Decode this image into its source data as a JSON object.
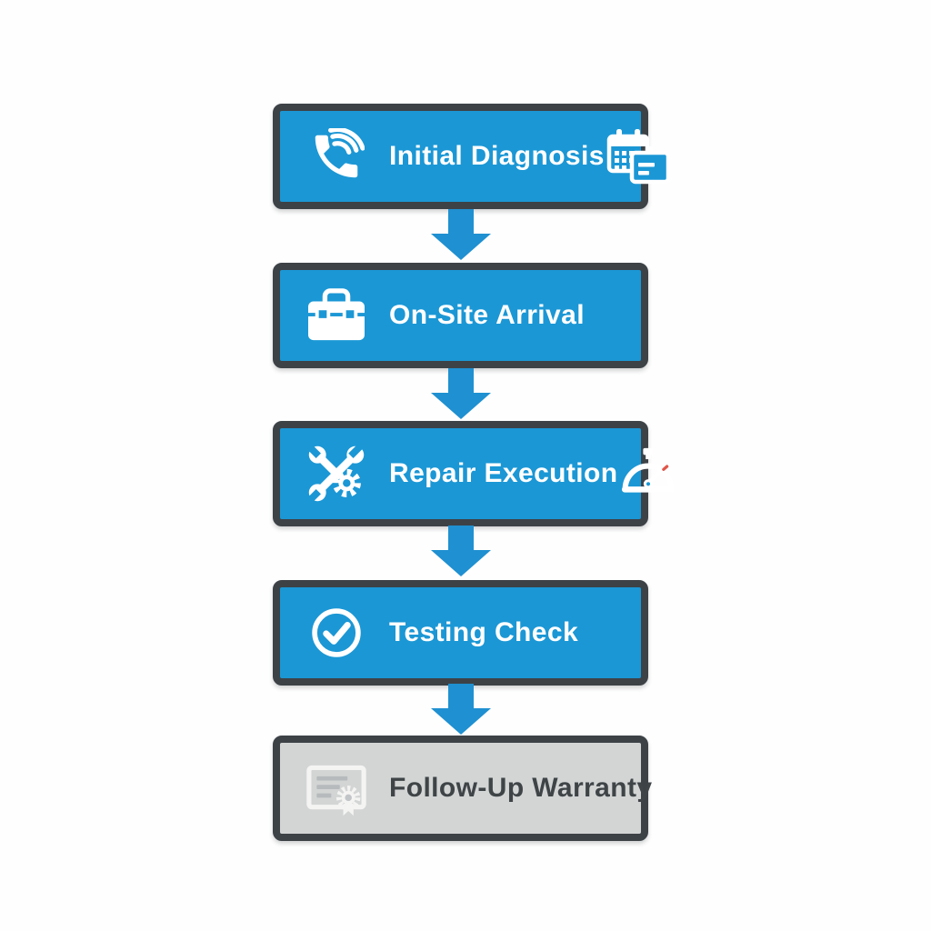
{
  "diagram": {
    "type": "flowchart",
    "orientation": "vertical",
    "background": "#fefefe",
    "colors": {
      "primary": "#1b97d5",
      "border": "#3d4247",
      "arrow": "#1f90d1",
      "muted_bg": "#d3d5d5",
      "muted_text": "#3f4447",
      "icon_on_primary": "#ffffff",
      "gauge_tick_red": "#e0564a"
    },
    "steps": [
      {
        "label": "Initial Diagnosis",
        "variant": "primary",
        "left_icon": "phone-call-icon",
        "right_icon": "calendar-schedule-icon"
      },
      {
        "label": "On-Site Arrival",
        "variant": "primary",
        "left_icon": "toolbox-icon",
        "right_icon": null
      },
      {
        "label": "Repair Execution",
        "variant": "primary",
        "left_icon": "wrench-gear-icon",
        "right_icon": "gauge-icon"
      },
      {
        "label": "Testing Check",
        "variant": "primary",
        "left_icon": "check-circle-icon",
        "right_icon": null
      },
      {
        "label": "Follow-Up Warranty",
        "variant": "muted",
        "left_icon": "certificate-icon",
        "right_icon": null
      }
    ],
    "connectors": [
      {
        "from": 0,
        "to": 1,
        "shape": "down-arrow"
      },
      {
        "from": 1,
        "to": 2,
        "shape": "down-arrow"
      },
      {
        "from": 2,
        "to": 3,
        "shape": "down-arrow"
      },
      {
        "from": 3,
        "to": 4,
        "shape": "down-arrow"
      }
    ]
  }
}
